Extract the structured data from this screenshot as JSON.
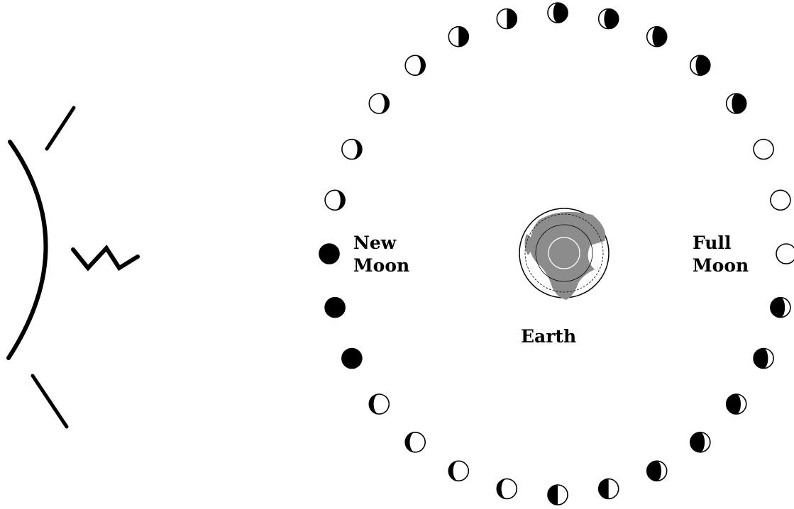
{
  "labels": {
    "new_moon_line1": "New",
    "new_moon_line2": "Moon",
    "full_moon_line1": "Full",
    "full_moon_line2": "Moon",
    "earth": "Earth"
  },
  "colors": {
    "ink": "#000000",
    "paper": "#ffffff",
    "land": "#8c8c8c"
  },
  "moon_phases": [
    {
      "phase": "new"
    },
    {
      "phase": "waxing-crescent"
    },
    {
      "phase": "waxing-crescent"
    },
    {
      "phase": "waxing-crescent"
    },
    {
      "phase": "waxing-crescent"
    },
    {
      "phase": "first-quarter"
    },
    {
      "phase": "first-quarter"
    },
    {
      "phase": "waxing-gibbous"
    },
    {
      "phase": "waxing-gibbous"
    },
    {
      "phase": "waxing-gibbous"
    },
    {
      "phase": "waxing-gibbous"
    },
    {
      "phase": "waxing-gibbous"
    },
    {
      "phase": "full"
    },
    {
      "phase": "full"
    },
    {
      "phase": "full"
    },
    {
      "phase": "waning-gibbous"
    },
    {
      "phase": "waning-gibbous"
    },
    {
      "phase": "waning-gibbous"
    },
    {
      "phase": "waning-gibbous"
    },
    {
      "phase": "waning-gibbous"
    },
    {
      "phase": "third-quarter"
    },
    {
      "phase": "third-quarter"
    },
    {
      "phase": "waning-crescent"
    },
    {
      "phase": "waning-crescent"
    },
    {
      "phase": "waning-crescent"
    },
    {
      "phase": "waning-crescent"
    },
    {
      "phase": "new"
    },
    {
      "phase": "new"
    }
  ]
}
